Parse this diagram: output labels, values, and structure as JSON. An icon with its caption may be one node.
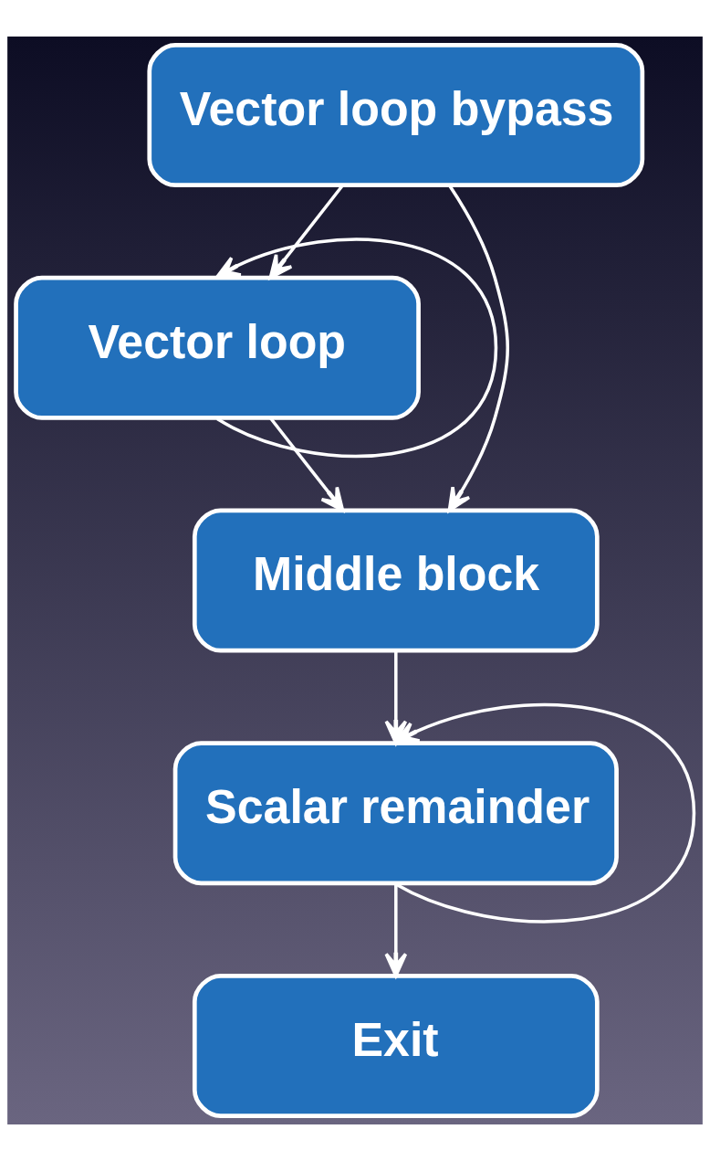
{
  "diagram": {
    "nodes": [
      {
        "text": [
          "Vector loop bypass"
        ]
      },
      {
        "text": [
          "Vector loop"
        ]
      },
      {
        "text": [
          "Middle block"
        ]
      },
      {
        "text": [
          "Scalar remainder"
        ]
      },
      {
        "text": [
          "Exit"
        ]
      }
    ],
    "edges": [
      {
        "from": 0,
        "to": 1,
        "arrow": "to"
      },
      {
        "from": 0,
        "to": 2,
        "arrow": "to"
      },
      {
        "from": 1,
        "to": 1,
        "arrow": "to"
      },
      {
        "from": 1,
        "to": 2,
        "arrow": "to"
      },
      {
        "from": 2,
        "to": 3,
        "arrow": "to"
      },
      {
        "from": 3,
        "to": 3,
        "arrow": "to"
      },
      {
        "from": 3,
        "to": 4,
        "arrow": "to"
      }
    ]
  }
}
